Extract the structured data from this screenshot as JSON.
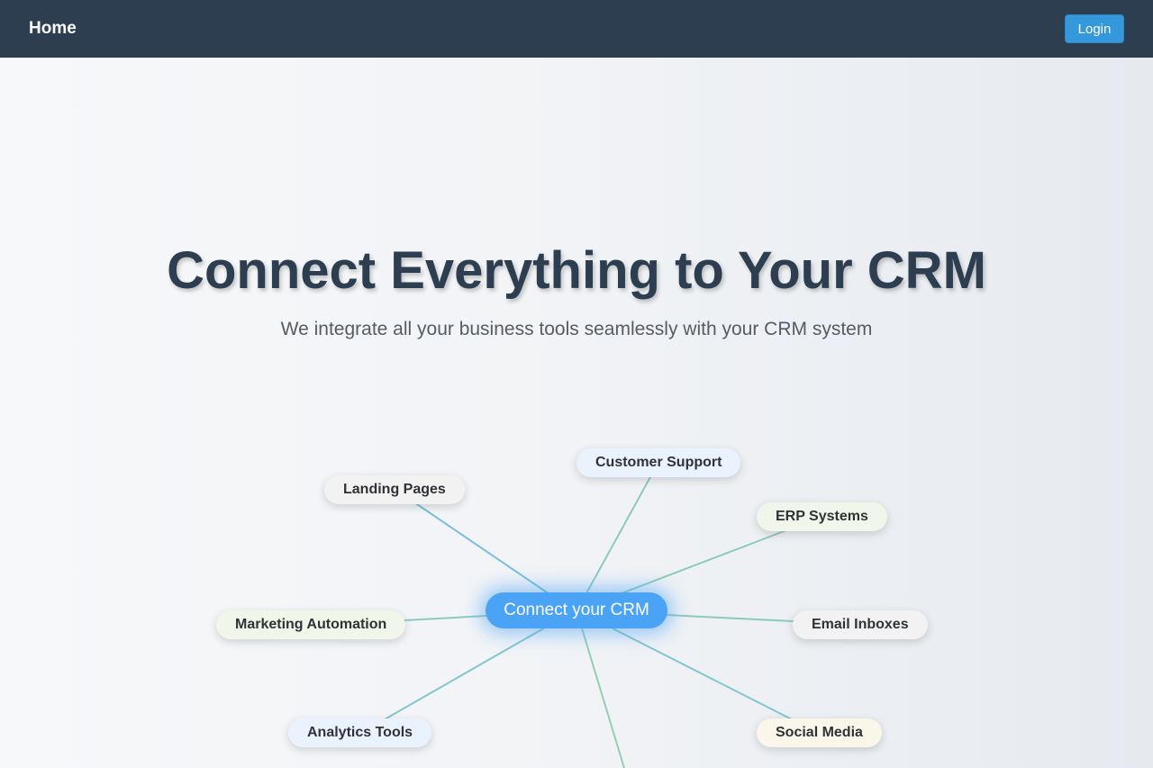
{
  "nav": {
    "home_label": "Home",
    "login_label": "Login"
  },
  "hero": {
    "title": "Connect Everything to Your CRM",
    "subtitle": "We integrate all your business tools seamlessly with your CRM system"
  },
  "diagram": {
    "center_label": "Connect your CRM",
    "nodes": [
      {
        "label": "Landing Pages",
        "bg": "#f2f2f2"
      },
      {
        "label": "Customer Support",
        "bg": "#eaf3fd"
      },
      {
        "label": "ERP Systems",
        "bg": "#f0f6ea"
      },
      {
        "label": "Marketing Automation",
        "bg": "#f0f6ea"
      },
      {
        "label": "Email Inboxes",
        "bg": "#f2f2f2"
      },
      {
        "label": "Analytics Tools",
        "bg": "#eaf3fd"
      },
      {
        "label": "Social Media",
        "bg": "#fbf6ea"
      }
    ]
  },
  "colors": {
    "navbar": "#2c3e50",
    "login_button": "#3498db",
    "center_node": "#4aa3f5",
    "connector_blue": "#6bb3e0",
    "connector_green": "#9ed39e"
  }
}
